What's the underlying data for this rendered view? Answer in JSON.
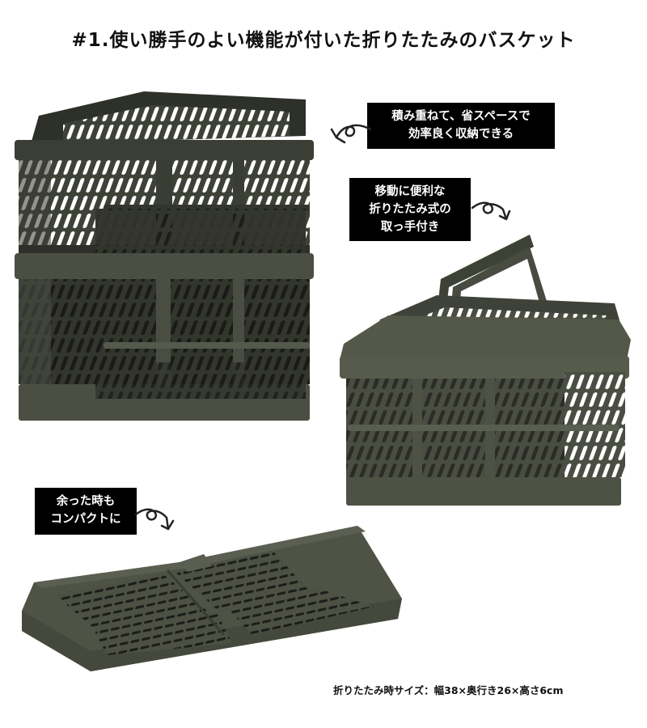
{
  "title": "#1.使い勝手のよい機能が付いた折りたたみのバスケット",
  "colors": {
    "basket_dark": "#3a3d33",
    "basket_mid": "#4b4f43",
    "basket_light": "#5c6152",
    "label_bg": "#000000",
    "label_text": "#ffffff"
  },
  "callouts": {
    "stack": {
      "lines": [
        "積み重ねて、省スペースで",
        "効率良く収納できる"
      ],
      "arrow": "curly-arrow-left-icon"
    },
    "handle": {
      "lines": [
        "移動に便利な",
        "折りたたみ式の",
        "取っ手付き"
      ],
      "arrow": "curly-arrow-down-right-icon"
    },
    "compact": {
      "lines": [
        "余った時も",
        "コンパクトに"
      ],
      "arrow": "curly-arrow-down-right-icon"
    }
  },
  "images": {
    "stacked": "stacked-baskets-image",
    "handle": "basket-with-handle-image",
    "folded": "folded-basket-image"
  },
  "footnote": "折りたたみ時サイズ：幅38×奥行き26×高さ6cm"
}
